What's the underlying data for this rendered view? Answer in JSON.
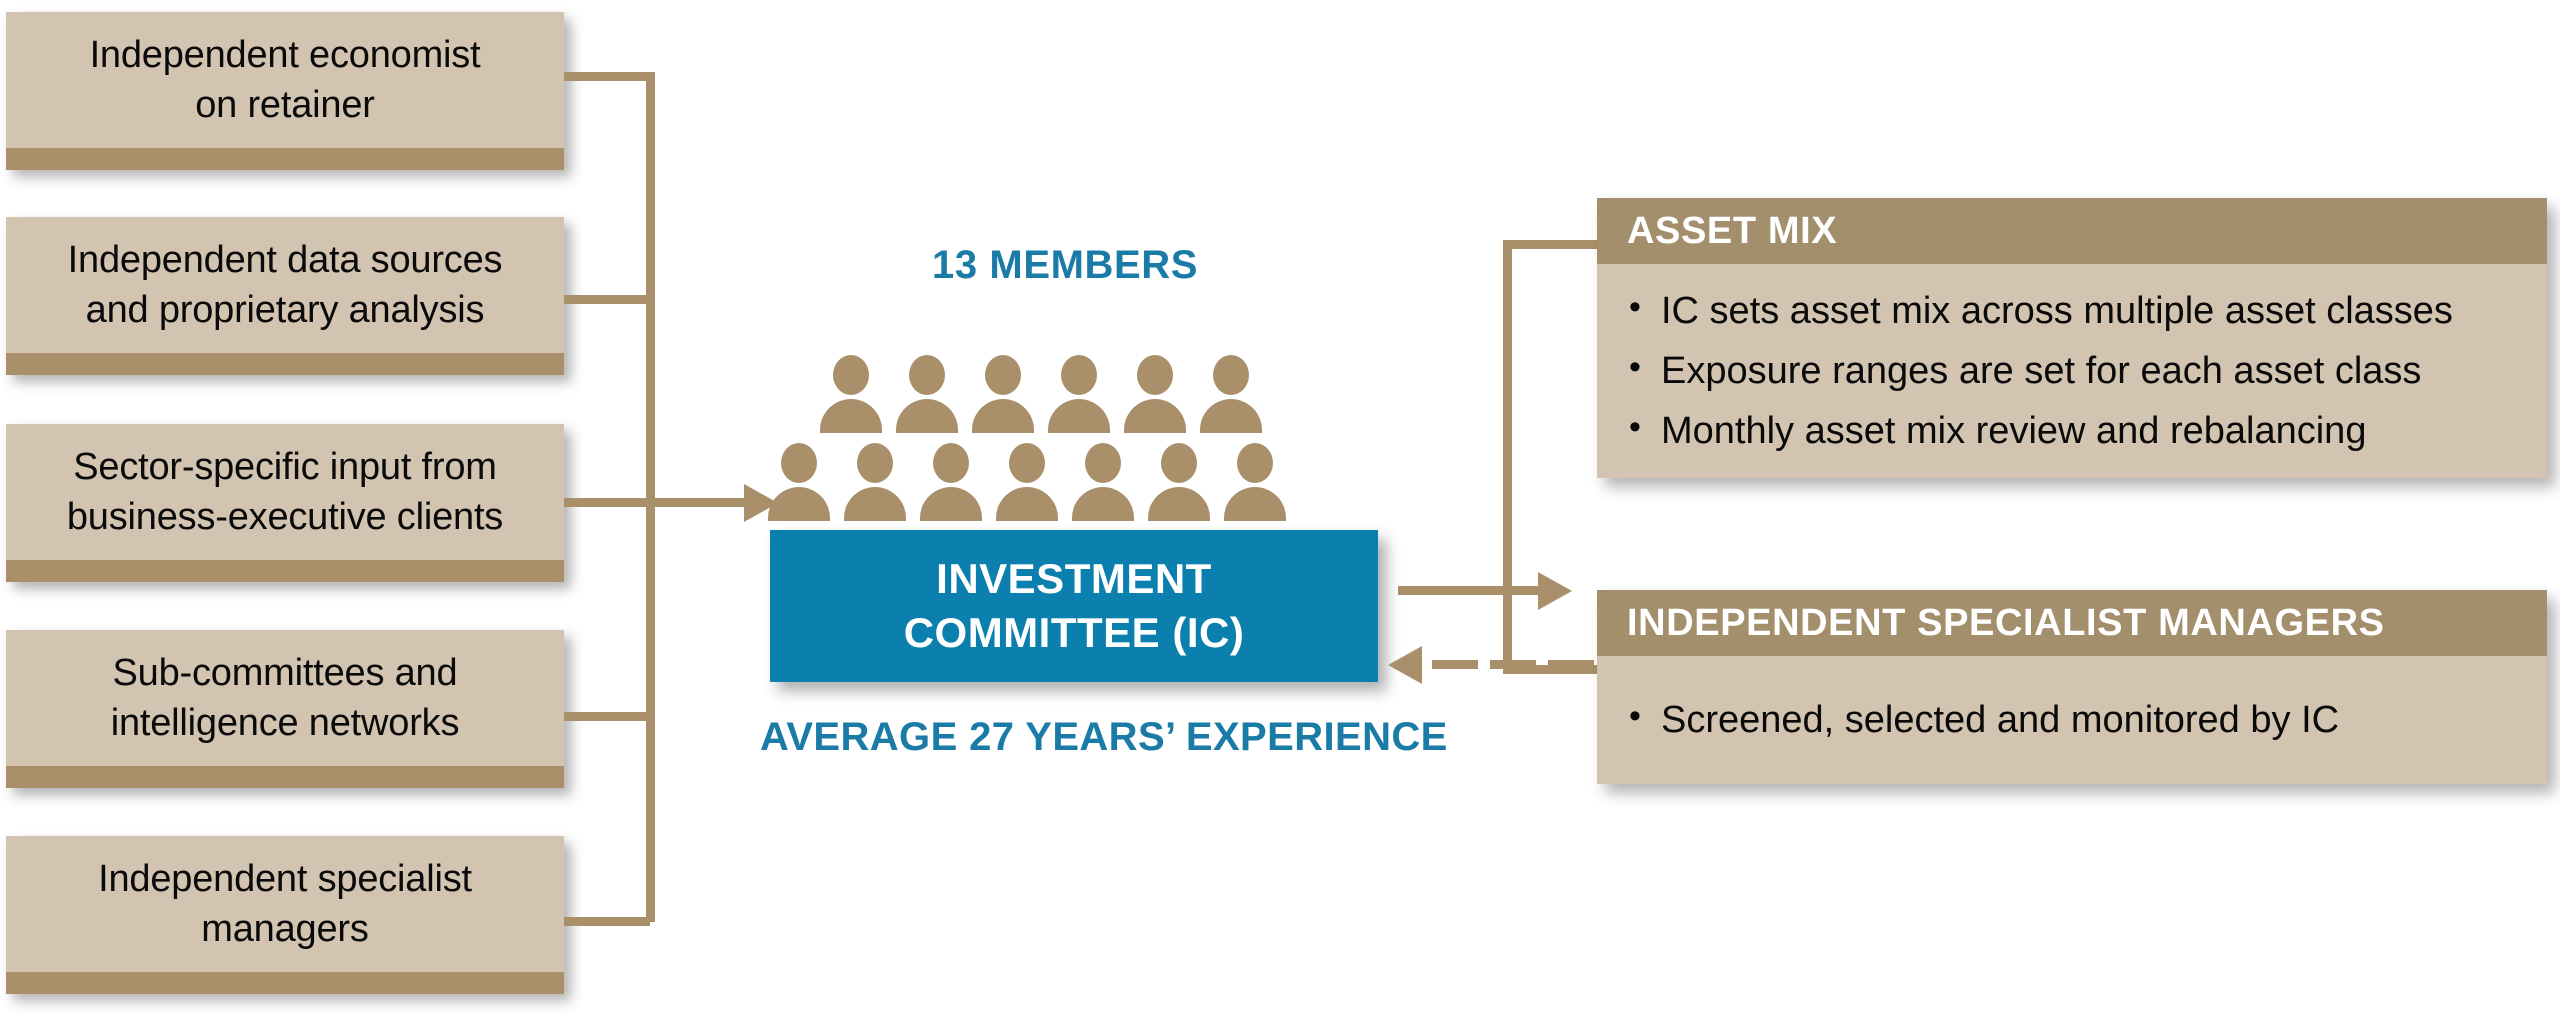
{
  "theme": {
    "box_fill": "#d2c4b0",
    "box_foot": "#a9906b",
    "connector": "#a9906b",
    "panel_header": "#a38f6c",
    "accent_teal": "#0b7fad",
    "label_teal": "#1a7ba6",
    "text": "#0a0a0a",
    "background": "#ffffff"
  },
  "inputs": {
    "boxes": [
      {
        "id": "independent-economist",
        "text": "Independent economist\non retainer"
      },
      {
        "id": "independent-data-sources",
        "text": "Independent data sources\nand proprietary analysis"
      },
      {
        "id": "sector-specific-input",
        "text": "Sector-specific input from\nbusiness-executive clients"
      },
      {
        "id": "sub-committees",
        "text": "Sub-committees and\nintelligence networks"
      },
      {
        "id": "independent-specialist-managers",
        "text": "Independent specialist\nmanagers"
      }
    ]
  },
  "center": {
    "members_label": "13 MEMBERS",
    "experience_label": "AVERAGE 27 YEARS’ EXPERIENCE",
    "committee_title": "INVESTMENT\nCOMMITTEE (IC)",
    "people_icon_name": "person-icon",
    "people_row_counts": [
      6,
      7
    ],
    "people_total": 13
  },
  "panels": [
    {
      "id": "asset-mix",
      "title": "ASSET MIX",
      "bullets": [
        "IC sets asset mix across multiple asset classes",
        "Exposure ranges are set for each asset class",
        "Monthly asset mix review and rebalancing"
      ]
    },
    {
      "id": "independent-specialist-managers",
      "title": "INDEPENDENT SPECIALIST MANAGERS",
      "bullets": [
        "Screened, selected and monitored by IC"
      ]
    }
  ],
  "connectors": {
    "inputs_to_committee": "solid-arrow-right",
    "committee_to_panels": "solid-arrow-right",
    "managers_to_committee": "dashed-arrow-left"
  }
}
